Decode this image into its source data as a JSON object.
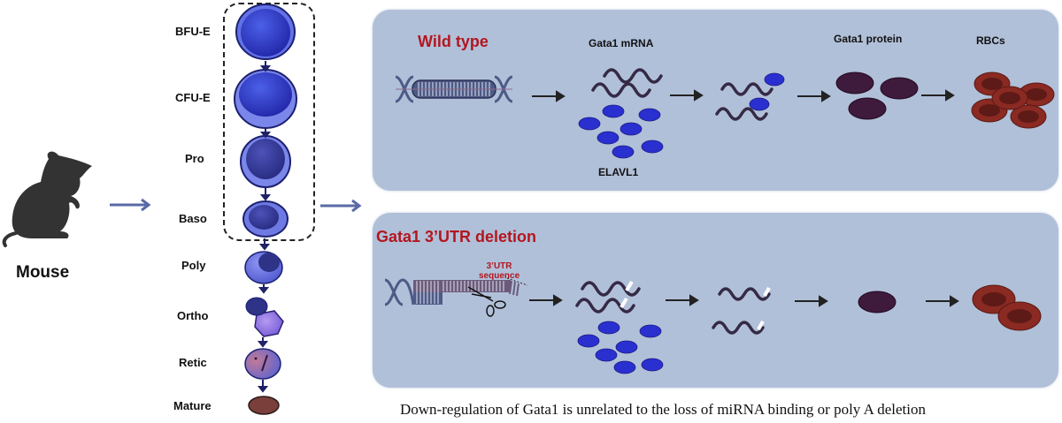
{
  "mouse": {
    "label": "Mouse",
    "color": "#333333"
  },
  "stages": [
    {
      "label": "BFU-E"
    },
    {
      "label": "CFU-E"
    },
    {
      "label": "Pro"
    },
    {
      "label": "Baso"
    },
    {
      "label": "Poly"
    },
    {
      "label": "Ortho"
    },
    {
      "label": "Retic"
    },
    {
      "label": "Mature"
    }
  ],
  "panels": {
    "wild_type": {
      "title": "Wild type",
      "mrna_label": "Gata1 mRNA",
      "rbp_label": "ELAVL1",
      "protein_label": "Gata1 protein",
      "rbc_label": "RBCs"
    },
    "deletion": {
      "title": "Gata1 3’UTR deletion",
      "utr_label_line1": "3’UTR",
      "utr_label_line2": "sequence"
    }
  },
  "caption": "Down-regulation of Gata1 is unrelated to the loss of miRNA binding or poly A deletion",
  "colors": {
    "panel_bg": "#b1c0d9",
    "title_red": "#b3161f",
    "rbp_blue": "#2a2fd0",
    "mrna": "#352a45",
    "protein": "#3e1a3c",
    "rbc": "#8a2a22",
    "arrow_blue": "#5a6aa6"
  }
}
